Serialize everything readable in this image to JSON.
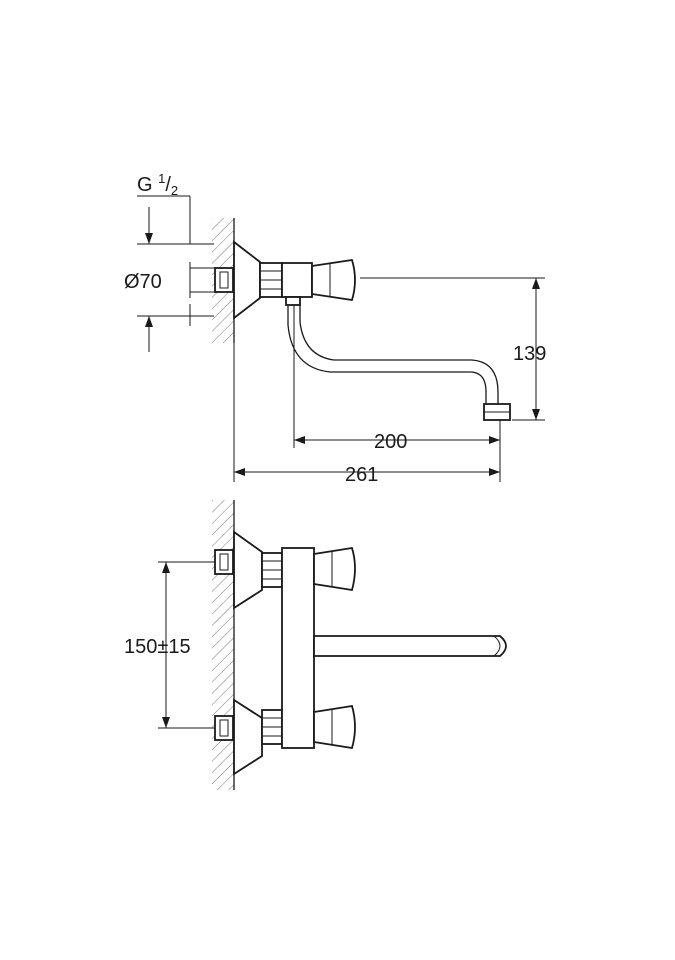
{
  "dimensions": {
    "thread": {
      "prefix": "G ",
      "numerator": "1",
      "slash": "/",
      "denominator": "2"
    },
    "rosette_diameter": "Ø70",
    "spout_height": "139",
    "spout_reach": "200",
    "overall_length": "261",
    "inlet_spacing": "150±15"
  }
}
